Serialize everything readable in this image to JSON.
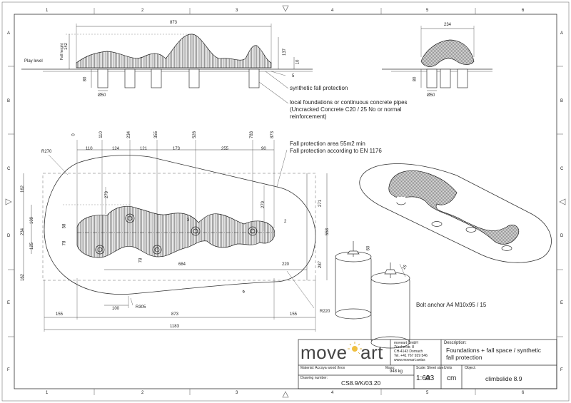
{
  "grid": {
    "columns": [
      "1",
      "2",
      "3",
      "4",
      "5",
      "6"
    ],
    "rows": [
      "A",
      "B",
      "C",
      "D",
      "E",
      "F"
    ]
  },
  "elevation_front": {
    "overall_width": "873",
    "fall_height": "142",
    "fall_height_label": "Fall height",
    "height_right": "137",
    "height_small": "10",
    "pile_depth": "80",
    "pile_diameter": "Ø50",
    "play_level": "Play level",
    "ground_offset": "5"
  },
  "elevation_side": {
    "width": "234",
    "pile_depth": "80",
    "pile_diameter": "Ø50"
  },
  "notes": {
    "synthetic": "synthetic fall protection",
    "foundations_line1": "local foundations or continuous concrete pipes",
    "foundations_line2": "(Uncracked Concrete C20 / 25 No or normal",
    "foundations_line3": "reinforcement)",
    "fall_area": "Fall protection area 55m2 min",
    "fall_norm": "Fall protection according to EN 1176",
    "bolt": "Bolt anchor A4 M10x95 / 15"
  },
  "plan": {
    "vertical_ticks": [
      "0",
      "110",
      "234",
      "355",
      "528",
      "783",
      "873"
    ],
    "segments": [
      "110",
      "124",
      "121",
      "173",
      "255",
      "90"
    ],
    "radius_top": "R270",
    "radius_bottom_left": "R305",
    "radius_bottom_right": "R220",
    "left_dims": [
      "162",
      "109",
      "234",
      "125",
      "162",
      "58",
      "78"
    ],
    "inner_279": "279",
    "inner_78": "78",
    "right_279": "279",
    "right_271": "271",
    "right_558": "558",
    "right_287": "287",
    "dim_684": "684",
    "dim_220": "220",
    "dim_100": "100",
    "dim_3": "3",
    "dim_2": "2",
    "dim_phi": "ø",
    "bottom_left": "155",
    "bottom_mid": "873",
    "bottom_right": "155",
    "bottom_total": "1183"
  },
  "bolt_detail": {
    "dim_a": "60",
    "dim_b": "15"
  },
  "title_block": {
    "brand_left": "move",
    "brand_right": "art",
    "company": "moveart GmbH",
    "street": "Zürcherstr. 8",
    "city": "CH-4143 Dornach",
    "phone": "Tel. +41 767 929 546",
    "web": "www.moveart.swiss",
    "description_label": "Description:",
    "description_line1": "Foundations + fall space / synthetic",
    "description_line2": "fall protection",
    "material_label": "Material: Accoya wood /Inox",
    "mass_label": "Mass:",
    "mass_value": "948 kg",
    "scale_label": "Scale:",
    "scale_value": "1:60",
    "sheet_label": "Sheet size:",
    "sheet_value": "A3",
    "units_label": "Units",
    "units_value": "cm",
    "object_label": "Object:",
    "object_value": "climbslide 8.9",
    "drawing_label": "Drawing number:",
    "drawing_value": "CS8.9/K/03.20"
  }
}
